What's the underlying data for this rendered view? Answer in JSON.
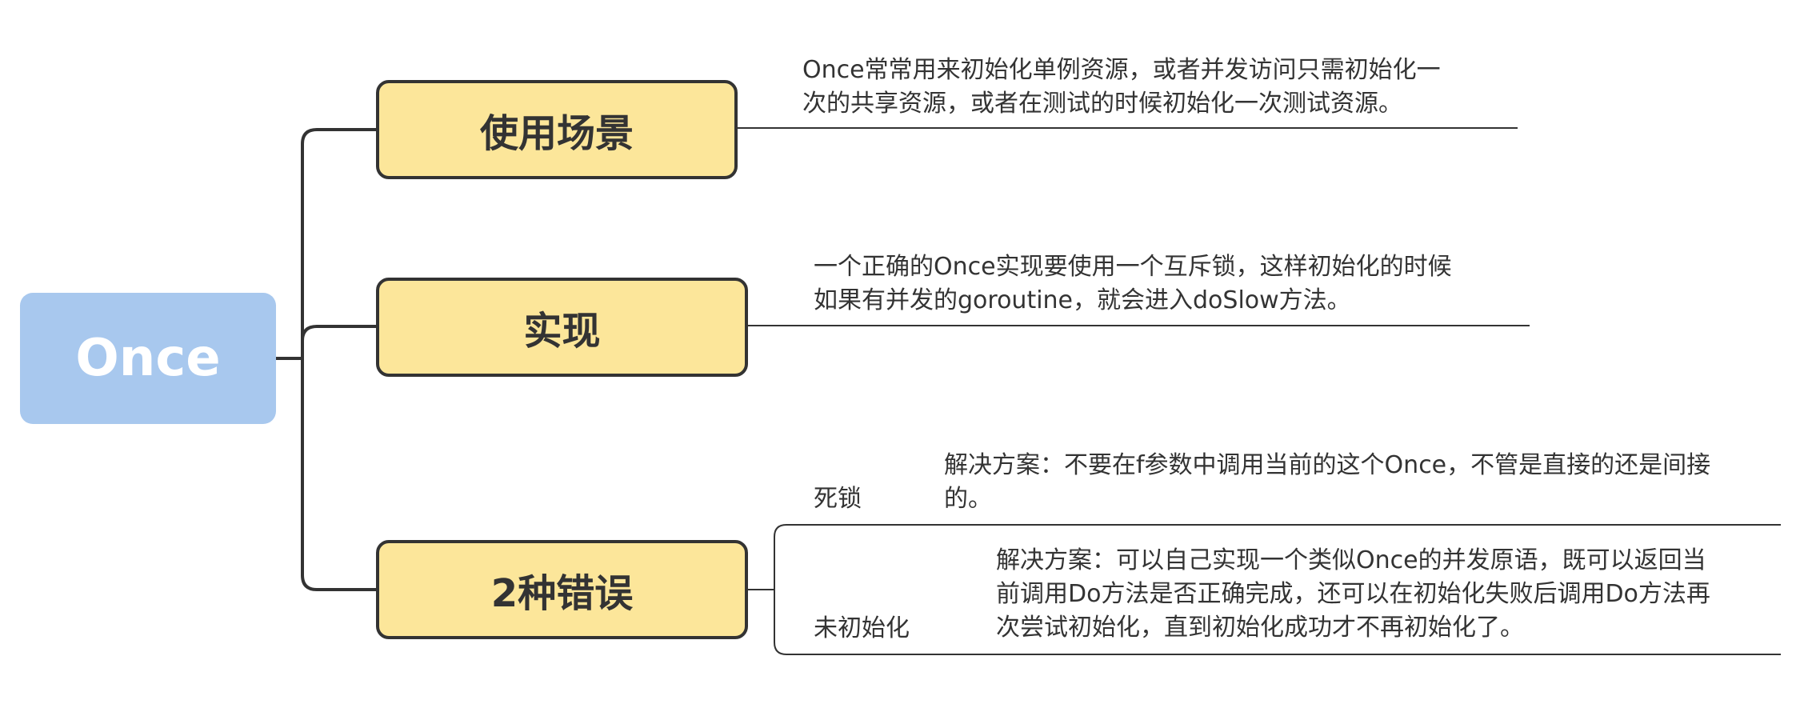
{
  "colors": {
    "root_fill": "#a8c8ee",
    "branch_fill": "#fce69a",
    "line": "#333333"
  },
  "root": {
    "label": "Once"
  },
  "branches": [
    {
      "label": "使用场景",
      "note_lines": [
        "Once常常用来初始化单例资源，或者并发访问只需初始化一",
        "次的共享资源，或者在测试的时候初始化一次测试资源。"
      ]
    },
    {
      "label": "实现",
      "note_lines": [
        "一个正确的Once实现要使用一个互斥锁，这样初始化的时候",
        "如果有并发的goroutine，就会进入doSlow方法。"
      ]
    },
    {
      "label": "2种错误",
      "children": [
        {
          "label": "死锁",
          "note_lines": [
            "解决方案：不要在f参数中调用当前的这个Once，不管是直接的还是间接",
            "的。"
          ]
        },
        {
          "label": "未初始化",
          "note_lines": [
            "解决方案：可以自己实现一个类似Once的并发原语，既可以返回当",
            "前调用Do方法是否正确完成，还可以在初始化失败后调用Do方法再",
            "次尝试初始化，直到初始化成功才不再初始化了。"
          ]
        }
      ]
    }
  ]
}
